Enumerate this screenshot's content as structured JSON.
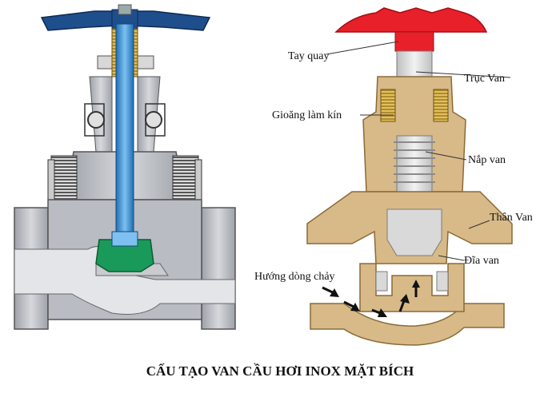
{
  "figure": {
    "caption": "CẤU TẠO VAN CẦU HƠI INOX MẶT BÍCH",
    "labels": {
      "handwheel": "Tay quay",
      "stem": "Trục Van",
      "gland_seal": "Gioăng làm kín",
      "bonnet": "Nắp van",
      "body": "Thân Van",
      "disc": "Đĩa van",
      "flow_direction": "Hướng dòng chảy"
    },
    "colors": {
      "handwheel_left": "#1f4e8c",
      "stem_left": "#3a8fd6",
      "disc_green": "#1a9a5a",
      "steel_body": "#b9bcc2",
      "handwheel_right": "#e8202a",
      "brass": "#d8b988",
      "stem_right": "#d9d9d9"
    }
  }
}
